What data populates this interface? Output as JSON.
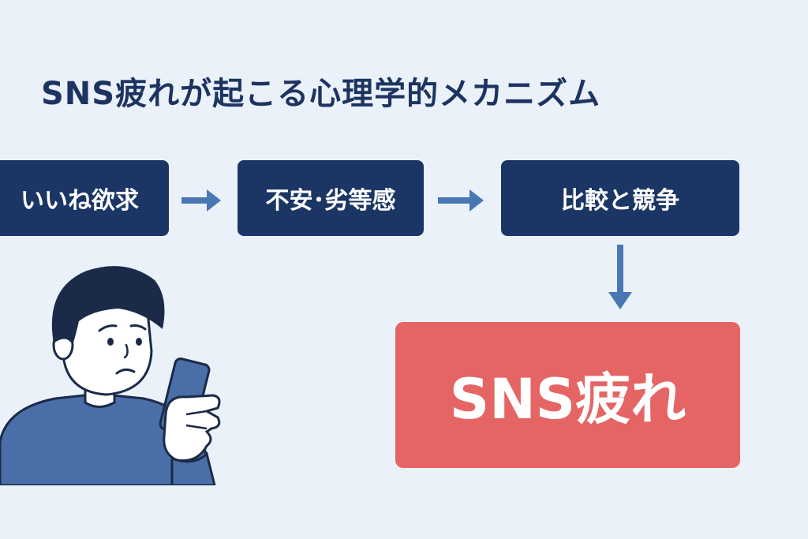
{
  "title": "SNS疲れが起こる心理学的メカニズム",
  "steps": [
    {
      "label": "いいね欲求"
    },
    {
      "label": "不安･劣等感"
    },
    {
      "label": "比較と競争"
    }
  ],
  "result": {
    "label": "SNS疲れ"
  },
  "colors": {
    "background": "#eaf1f9",
    "step_box": "#1b3665",
    "result_box": "#e46564",
    "arrow": "#4a77b4",
    "title_text": "#1d3461"
  },
  "icons": {
    "arrow": "arrow-right-icon",
    "arrow_down": "arrow-down-icon",
    "person": "worried-person-with-phone-illustration"
  }
}
